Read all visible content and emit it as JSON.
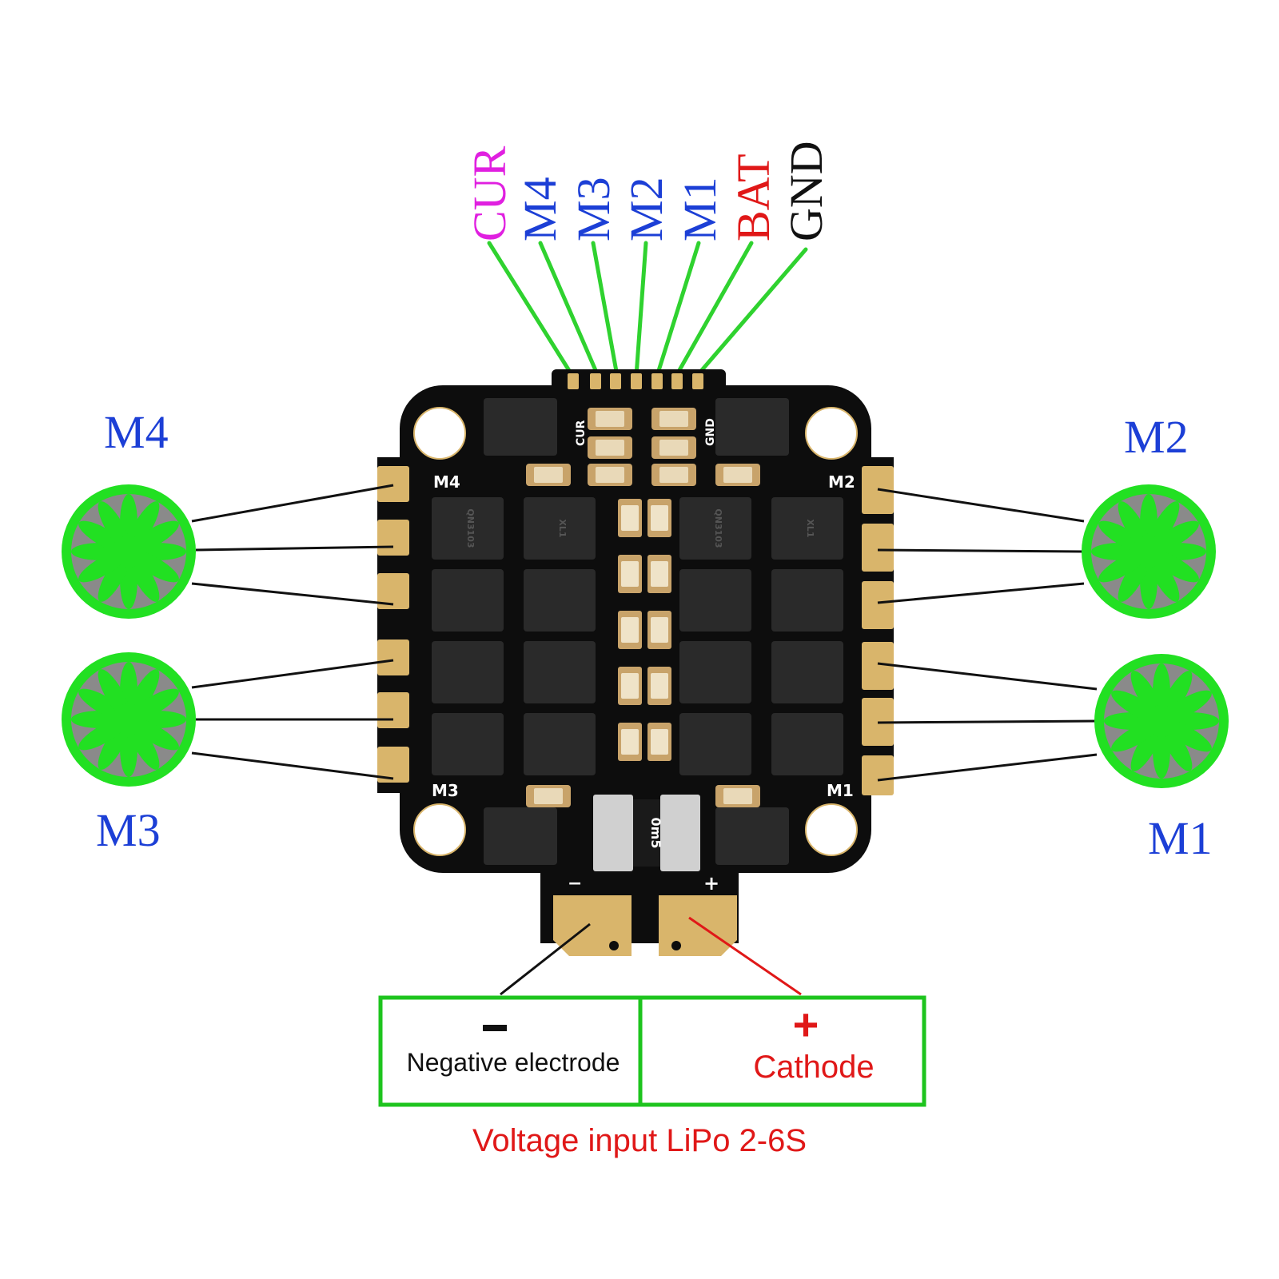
{
  "header_pins": [
    {
      "label": "CUR",
      "color": "#e020e0"
    },
    {
      "label": "M4",
      "color": "#1c3fd6"
    },
    {
      "label": "M3",
      "color": "#1c3fd6"
    },
    {
      "label": "M2",
      "color": "#1c3fd6"
    },
    {
      "label": "M1",
      "color": "#1c3fd6"
    },
    {
      "label": "BAT",
      "color": "#e01818"
    },
    {
      "label": "GND",
      "color": "#111111"
    }
  ],
  "motors": {
    "m4": {
      "label": "M4"
    },
    "m3": {
      "label": "M3"
    },
    "m2": {
      "label": "M2"
    },
    "m1": {
      "label": "M1"
    }
  },
  "board": {
    "silk_cur": "CUR",
    "silk_gnd": "GND",
    "silk_m4": "M4",
    "silk_m3": "M3",
    "silk_m2": "M2",
    "silk_m1": "M1",
    "silk_minus": "−",
    "silk_plus": "+",
    "shunt_text": "0m5",
    "chip_text_a": "QN3103",
    "chip_text_b": "XL1"
  },
  "power_box": {
    "negative_symbol": "--",
    "negative_label": "Negative electrode",
    "positive_symbol": "+",
    "positive_label": "Cathode"
  },
  "caption": "Voltage input LiPo 2-6S",
  "colors": {
    "wire_green": "#2fd22f",
    "motor_green": "#22e022",
    "motor_gray": "#8a8a8a",
    "pcb_black": "#0d0d0d",
    "pad_gold": "#d9b56b",
    "box_green": "#1ec41e",
    "red": "#e01818",
    "blue_label": "#1c3fd6"
  }
}
